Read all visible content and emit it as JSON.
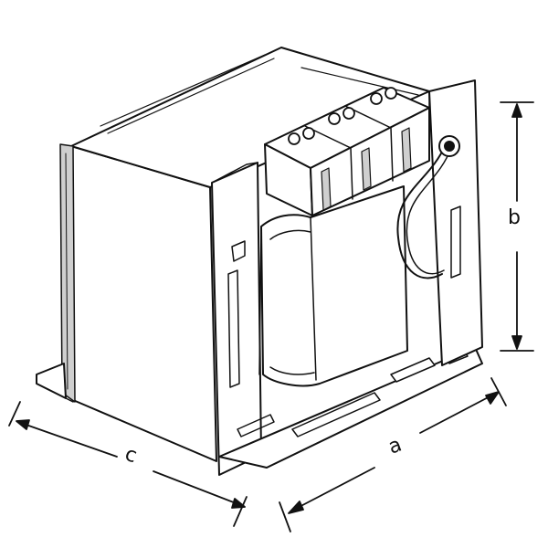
{
  "figure": {
    "dimension_labels": {
      "a": "a",
      "b": "b",
      "c": "c"
    },
    "colors": {
      "line": "#111111",
      "background": "#ffffff",
      "shade": "#cfcfcf"
    }
  }
}
